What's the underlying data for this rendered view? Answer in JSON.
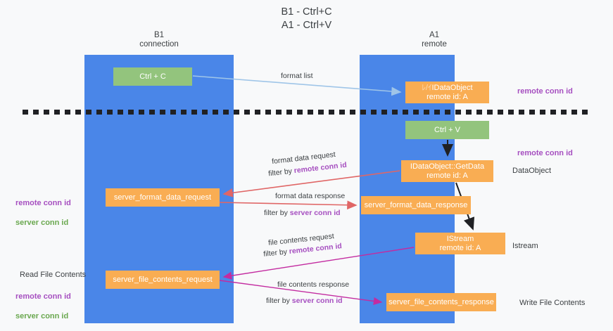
{
  "title": "B1 - Ctrl+C\nA1 - Ctrl+V",
  "lanes": [
    {
      "id": "b1",
      "header": "B1\nconnection"
    },
    {
      "id": "a1",
      "header": "A1\nremote"
    }
  ],
  "boxes": {
    "ctrl_c": "Ctrl + C",
    "idataobject_ghost": "ﾚ/ｲ",
    "idataobject": "IDataObject\nremote id: A",
    "ctrl_v": "Ctrl + V",
    "getdata": "IDataObject::GetData\nremote id: A",
    "server_format_data_request": "server_format_data_request",
    "server_format_data_response": "server_format_data_response",
    "istream": "IStream\nremote id: A",
    "server_file_contents_request": "server_file_contents_request",
    "server_file_contents_response": "server_file_contents_response"
  },
  "edge_labels": {
    "format_list": "format list",
    "format_data_request": "format data request",
    "filter_by_prefix": "filter by ",
    "remote_conn_id": "remote conn id",
    "format_data_response": "format data response",
    "server_conn_id": "server conn id",
    "file_contents_request": "file contents request",
    "file_contents_response": "file contents response"
  },
  "annotations": {
    "right_remote_conn_id_top": "remote conn id",
    "right_remote_conn_id_mid": "remote conn id",
    "right_dataobject": "DataObject",
    "right_istream": "Istream",
    "right_write_file_contents": "Write File Contents",
    "left_remote_conn_id": "remote conn id",
    "left_server_conn_id": "server conn id",
    "left_read_file_contents": "Read File Contents",
    "left_remote_conn_id_2": "remote conn id",
    "left_server_conn_id_2": "server conn id"
  },
  "colors": {
    "lane": "#4a86e8",
    "green_box": "#93c47d",
    "orange_box": "#f9ad53",
    "purple_text": "#a64fc0",
    "green_text": "#6aa84f",
    "light_blue_arrow": "#9fc5e8",
    "red_arrow": "#e06666",
    "magenta_arrow": "#c32ba0",
    "black_arrow": "#202124",
    "background": "#f8f9fa"
  }
}
